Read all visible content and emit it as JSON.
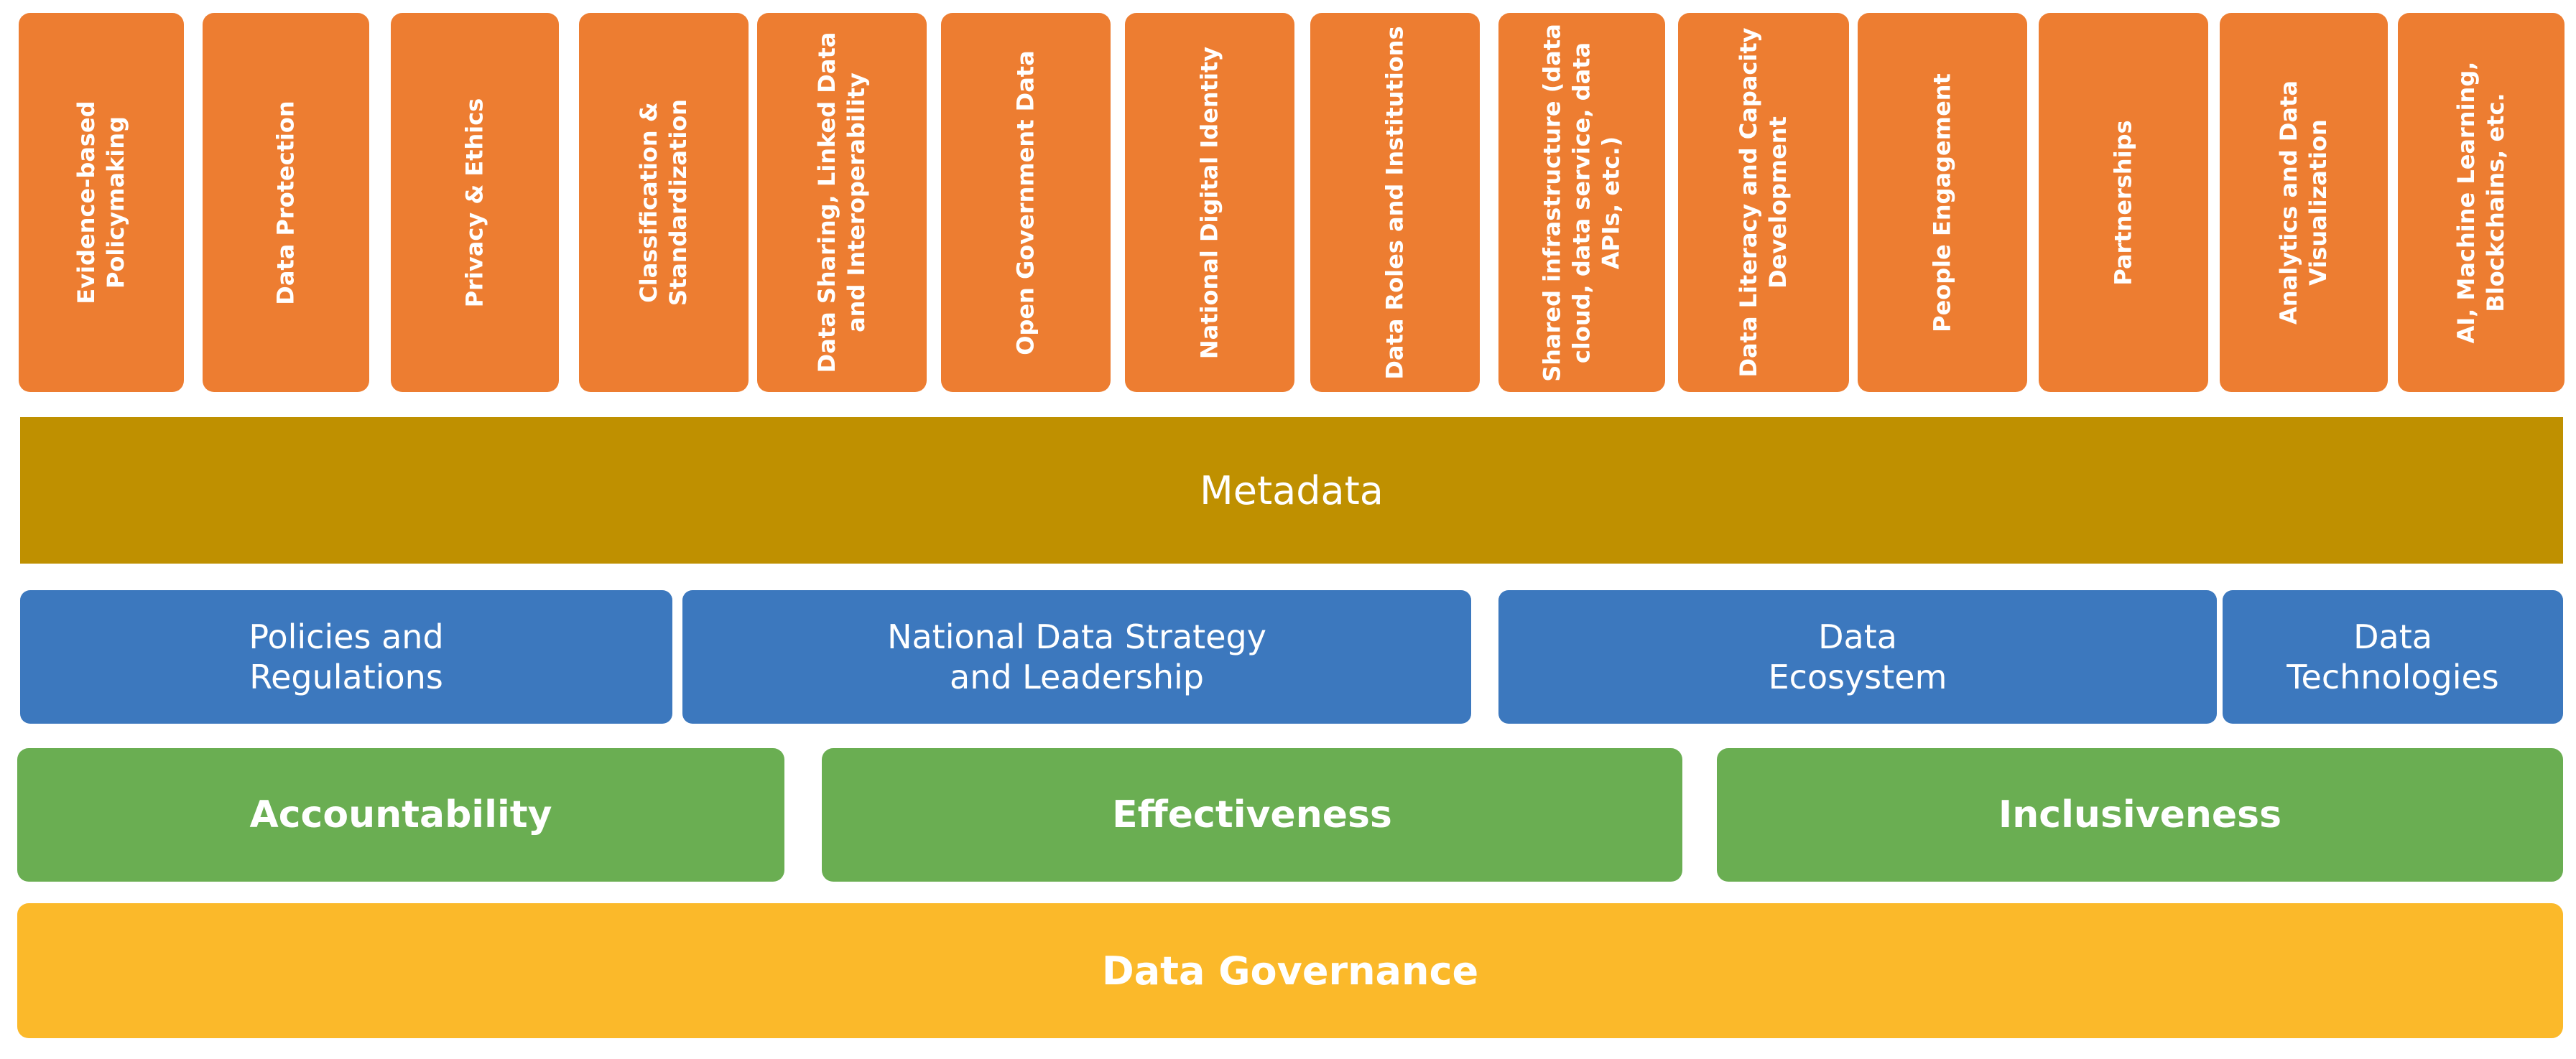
{
  "colors": {
    "pillar": "#ED7D31",
    "metadata": "#BF9000",
    "blue": "#3C78BE",
    "green": "#6AAE52",
    "governance": "#FBB92A"
  },
  "pillars": [
    "Evidence-based Policymaking",
    "Data Protection",
    "Privacy & Ethics",
    "Classification & Standardization",
    "Data Sharing, Linked Data and Interoperability",
    "Open Government Data",
    "National Digital Identity",
    "Data Roles and Institutions",
    "Shared infrastructure (data cloud, data service, data APIs, etc.)",
    "Data Literacy and Capacity Development",
    "People Engagement",
    "Partnerships",
    "Analytics and Data Visualization",
    "AI, Machine Learning, Blockchains, etc."
  ],
  "metadata_label": "Metadata",
  "enablers": [
    "Policies and\nRegulations",
    "National Data Strategy\nand Leadership",
    "Data\nEcosystem",
    "Data\nTechnologies"
  ],
  "principles": [
    "Accountability",
    "Effectiveness",
    "Inclusiveness"
  ],
  "foundation_label": "Data Governance"
}
